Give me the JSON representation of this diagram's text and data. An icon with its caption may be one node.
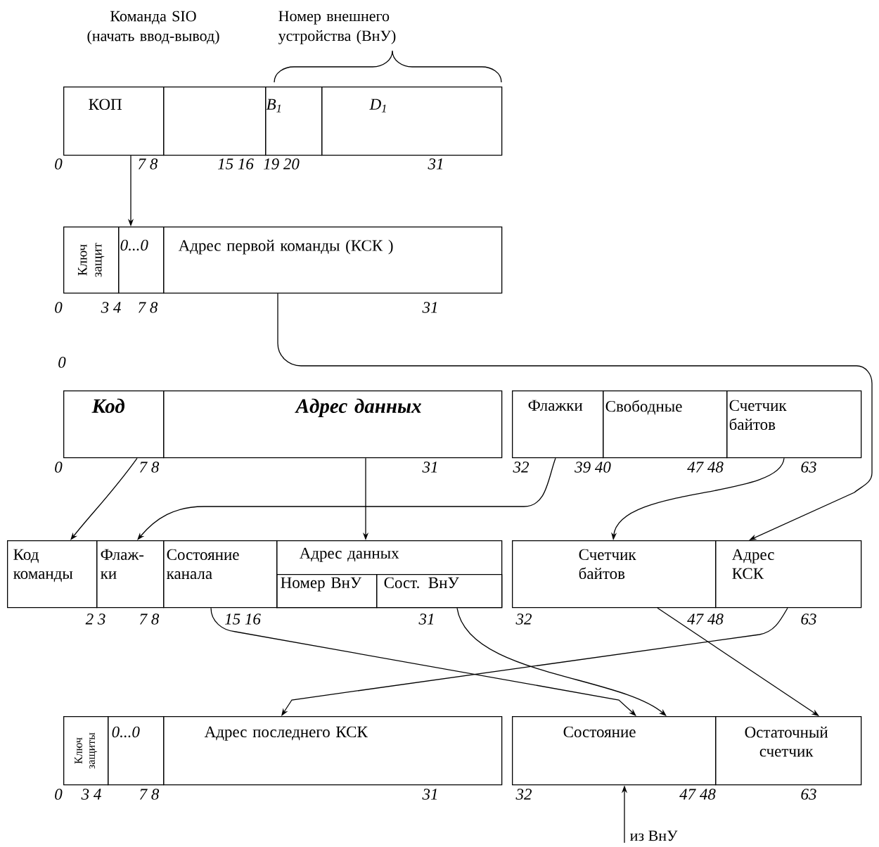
{
  "diagram": {
    "nodes": [
      {
        "text": [
          "КОП"
        ]
      },
      {
        "text": [],
        "shape": "box"
      },
      {
        "text": [
          "B$_{1}$"
        ]
      },
      {
        "text": [
          "D$_{1}$"
        ]
      },
      {
        "text": [
          "Ключ защит"
        ]
      },
      {
        "text": [
          "0...0"
        ]
      },
      {
        "text": [
          "Адрес первой команды (КСК )"
        ]
      },
      {
        "text": [
          "Код"
        ]
      },
      {
        "text": [
          "Адрес данных"
        ]
      },
      {
        "text": [
          "Флажки"
        ]
      },
      {
        "text": [
          "Свободные"
        ]
      },
      {
        "text": [
          "Счетчик байтов"
        ]
      },
      {
        "text": [
          "Код команды"
        ]
      },
      {
        "text": [
          "Флаж- ки"
        ]
      },
      {
        "text": [
          "Состояние канала"
        ]
      },
      {
        "text": [
          "Адрес данных"
        ]
      },
      {
        "text": [
          "Номер ВнУ"
        ],
        "in": 15
      },
      {
        "text": [
          "Сост. ВнУ"
        ],
        "in": 15
      },
      {
        "text": [
          "Счетчик байтов"
        ]
      },
      {
        "text": [
          "Адрес КСК"
        ]
      },
      {
        "text": [
          "Ключ защиты"
        ]
      },
      {
        "text": [
          "0...0"
        ]
      },
      {
        "text": [
          "Адрес последнего КСК"
        ]
      },
      {
        "text": [
          "Состояние"
        ]
      },
      {
        "text": [
          "Остаточный счетчик"
        ]
      }
    ],
    "edges": [
      {
        "from": 0,
        "to": 5,
        "arrow": "to"
      },
      {
        "from": 6,
        "to": 19,
        "arrow": "to"
      },
      {
        "from": 7,
        "to": 12,
        "arrow": "to"
      },
      {
        "from": 9,
        "to": 13,
        "arrow": "to"
      },
      {
        "from": 8,
        "to": 15,
        "arrow": "to"
      },
      {
        "from": 11,
        "to": 18,
        "arrow": "to"
      },
      {
        "from": 14,
        "to": 23,
        "arrow": "to"
      },
      {
        "from": 17,
        "to": 23,
        "arrow": "to"
      },
      {
        "from": 19,
        "to": 22,
        "arrow": "to"
      },
      {
        "from": 18,
        "to": 24,
        "arrow": "to"
      },
      {
        "from": null,
        "to": 23,
        "arrow": "to",
        "label": "из ВнУ"
      }
    ],
    "labels": [
      "Команда SIO (начать ввод-вывод)",
      "Номер внешнего устройства (ВнУ)",
      "0",
      "7 8",
      "15 16",
      "19 20",
      "31",
      "0",
      "3 4",
      "7 8",
      "31",
      "0",
      "0",
      "7 8",
      "31",
      "32",
      "39 40",
      "47 48",
      "63",
      "2 3",
      "7 8",
      "15 16",
      "31",
      "32",
      "47 48",
      "63",
      "0",
      "3 4",
      "7 8",
      "31",
      "32",
      "47 48",
      "63"
    ]
  }
}
